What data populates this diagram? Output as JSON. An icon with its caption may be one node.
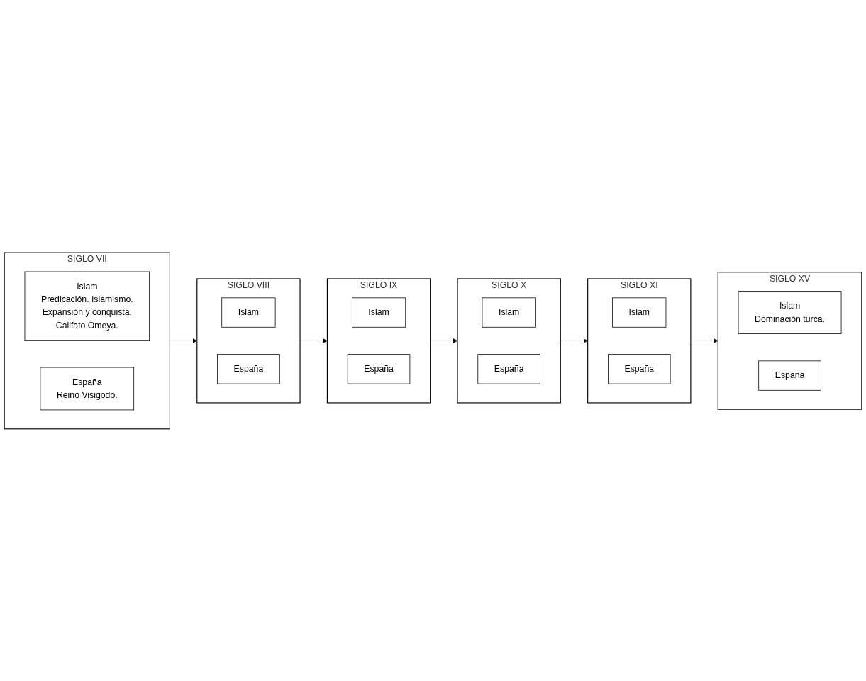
{
  "diagram": {
    "nodes": [
      {
        "text": [
          "SIGLO VII"
        ]
      },
      {
        "text": [
          "Islam",
          "Predicación. Islamismo.",
          "Expansión y conquista.",
          "Califato Omeya."
        ],
        "in": 0
      },
      {
        "text": [
          "España",
          "Reino Visigodo."
        ],
        "in": 0
      },
      {
        "text": [
          "SIGLO VIII"
        ]
      },
      {
        "text": [
          "Islam"
        ],
        "in": 3
      },
      {
        "text": [
          "España"
        ],
        "in": 3
      },
      {
        "text": [
          "SIGLO IX"
        ]
      },
      {
        "text": [
          "Islam"
        ],
        "in": 6
      },
      {
        "text": [
          "España"
        ],
        "in": 6
      },
      {
        "text": [
          "SIGLO X"
        ]
      },
      {
        "text": [
          "Islam"
        ],
        "in": 9
      },
      {
        "text": [
          "España"
        ],
        "in": 9
      },
      {
        "text": [
          "SIGLO XI"
        ]
      },
      {
        "text": [
          "Islam"
        ],
        "in": 12
      },
      {
        "text": [
          "España"
        ],
        "in": 12
      },
      {
        "text": [
          "SIGLO XV"
        ]
      },
      {
        "text": [
          "Islam",
          "Dominación turca."
        ],
        "in": 15
      },
      {
        "text": [
          "España"
        ],
        "in": 15
      }
    ],
    "edges": [
      {
        "from": 0,
        "to": 3,
        "arrow": "to"
      },
      {
        "from": 3,
        "to": 6,
        "arrow": "to"
      },
      {
        "from": 6,
        "to": 9,
        "arrow": "to"
      },
      {
        "from": 9,
        "to": 12,
        "arrow": "to"
      },
      {
        "from": 12,
        "to": 15,
        "arrow": "to"
      }
    ]
  }
}
